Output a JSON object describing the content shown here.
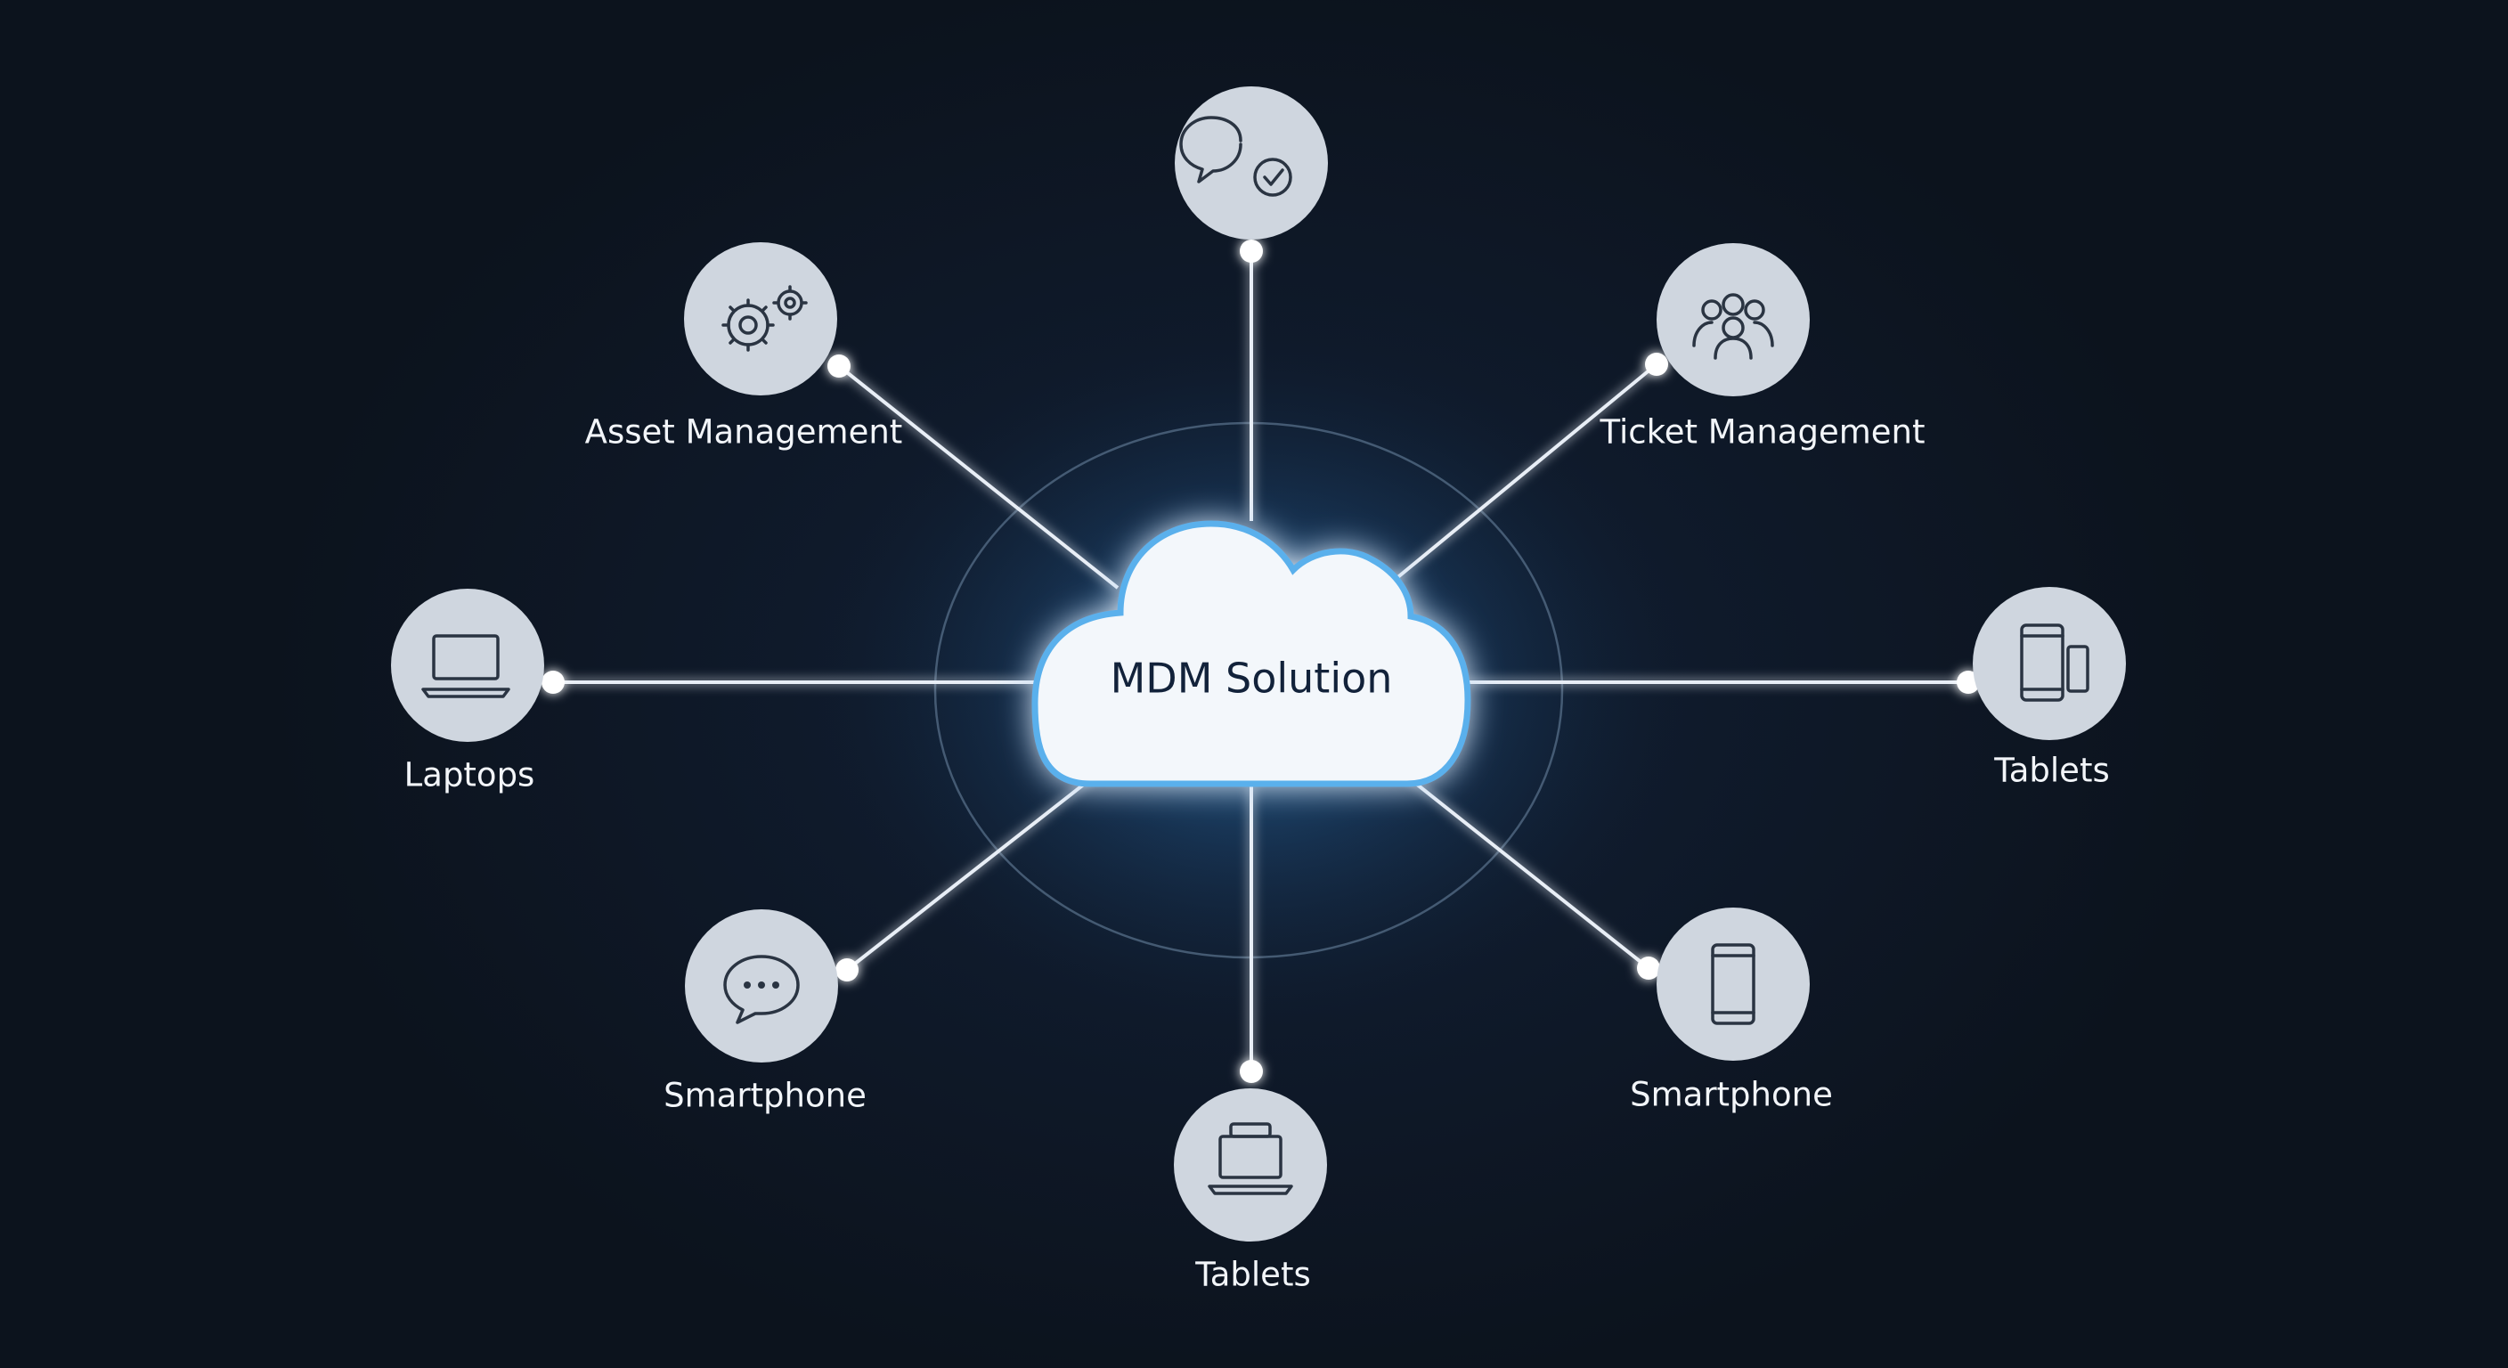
{
  "center": {
    "label": "MDM Solution",
    "icon": "cloud-icon"
  },
  "nodes": [
    {
      "id": "support",
      "label": "",
      "icon": "chat-check-icon"
    },
    {
      "id": "asset-management",
      "label": "Asset Management",
      "icon": "gears-icon"
    },
    {
      "id": "ticket-management",
      "label": "Ticket Management",
      "icon": "people-group-icon"
    },
    {
      "id": "laptops",
      "label": "Laptops",
      "icon": "laptop-icon"
    },
    {
      "id": "tablets-right",
      "label": "Tablets",
      "icon": "tablet-phone-icon"
    },
    {
      "id": "smartphone-left",
      "label": "Smartphone",
      "icon": "chat-bubble-icon"
    },
    {
      "id": "smartphone-right",
      "label": "Smartphone",
      "icon": "smartphone-icon"
    },
    {
      "id": "tablets-bottom",
      "label": "Tablets",
      "icon": "laptop-tablet-icon"
    }
  ],
  "colors": {
    "background": "#0d141f",
    "connector": "#e8eef6",
    "glow": "#3a9be0",
    "node_circle": "#cfd6df",
    "icon": "#2a3442",
    "label": "#f2f5f9"
  }
}
